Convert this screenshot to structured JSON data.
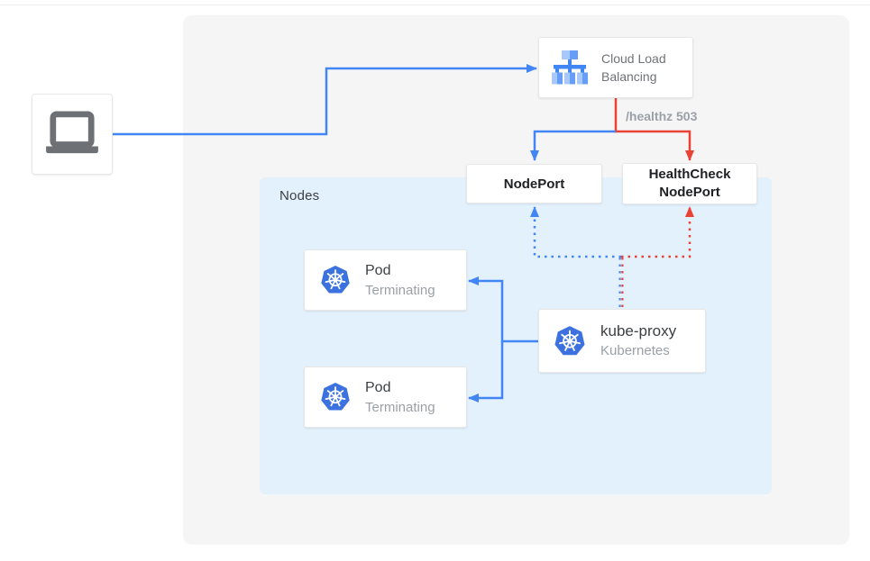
{
  "diagram": {
    "client": {
      "icon": "laptop-icon"
    },
    "cloud_load_balancing": {
      "title": "Cloud Load Balancing",
      "icon": "load-balancer-icon"
    },
    "nodeport": {
      "label": "NodePort"
    },
    "healthcheck_nodeport": {
      "line1": "HealthCheck",
      "line2": "NodePort"
    },
    "nodes_group": {
      "label": "Nodes"
    },
    "pods": [
      {
        "title": "Pod",
        "subtitle": "Terminating",
        "icon": "kubernetes-icon"
      },
      {
        "title": "Pod",
        "subtitle": "Terminating",
        "icon": "kubernetes-icon"
      }
    ],
    "kube_proxy": {
      "title": "kube-proxy",
      "subtitle": "Kubernetes",
      "icon": "kubernetes-icon"
    },
    "edge_labels": {
      "healthz": "/healthz 503"
    },
    "edges": [
      {
        "from": "client",
        "to": "cloud-load-balancing",
        "color": "blue",
        "style": "solid"
      },
      {
        "from": "cloud-load-balancing",
        "to": "nodeport",
        "color": "blue",
        "style": "solid"
      },
      {
        "from": "cloud-load-balancing",
        "to": "healthcheck-nodeport",
        "color": "red",
        "style": "solid",
        "label": "/healthz 503"
      },
      {
        "from": "kube-proxy",
        "to": "nodeport",
        "color": "blue",
        "style": "dotted"
      },
      {
        "from": "kube-proxy",
        "to": "healthcheck-nodeport",
        "color": "red",
        "style": "dotted"
      },
      {
        "from": "kube-proxy",
        "to": "pod-1",
        "color": "blue",
        "style": "solid"
      },
      {
        "from": "kube-proxy",
        "to": "pod-2",
        "color": "blue",
        "style": "solid"
      }
    ],
    "colors": {
      "blue": "#4285f4",
      "red": "#ea4335",
      "panel_bg": "#f5f5f6",
      "nodes_bg": "#e3f1fc",
      "muted_text": "#9aa0a6",
      "dark_text": "#3c4043"
    }
  }
}
